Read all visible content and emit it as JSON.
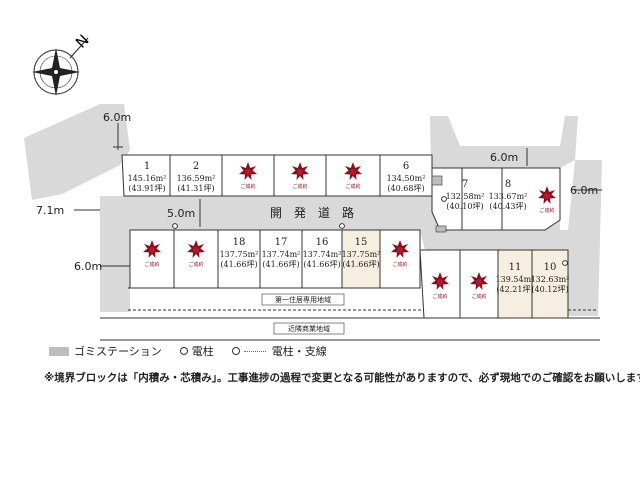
{
  "colors": {
    "road": "#d9d9d9",
    "garbage_station": "#bdbdbd",
    "lot_highlight": "#f6efe0",
    "sold_mark": "#8a0f1d",
    "line": "#333333"
  },
  "compass": {
    "label": "N",
    "icon": "compass-rose-icon"
  },
  "road_widths": {
    "top_left": "6.0m",
    "left_mid": "7.1m",
    "left_bottom": "6.0m",
    "main_road": "5.0m",
    "right_inner": "6.0m",
    "right_edge": "6.0m"
  },
  "main_road_name": "開　発　道　路",
  "lots": [
    {
      "id": "1",
      "no": "1",
      "area": "145.16m²",
      "tsubo": "(43.91坪)"
    },
    {
      "id": "2",
      "no": "2",
      "area": "136.59m²",
      "tsubo": "(41.31坪)"
    },
    {
      "id": "6",
      "no": "6",
      "area": "134.50m²",
      "tsubo": "(40.68坪)"
    },
    {
      "id": "7",
      "no": "7",
      "area": "132.58m²",
      "tsubo": "(40.10坪)"
    },
    {
      "id": "8",
      "no": "8",
      "area": "133.67m²",
      "tsubo": "(40.43坪)"
    },
    {
      "id": "18",
      "no": "18",
      "area": "137.75m²",
      "tsubo": "(41.66坪)"
    },
    {
      "id": "17",
      "no": "17",
      "area": "137.74m²",
      "tsubo": "(41.66坪)"
    },
    {
      "id": "16",
      "no": "16",
      "area": "137.74m²",
      "tsubo": "(41.66坪)"
    },
    {
      "id": "15",
      "no": "15",
      "area": "137.75m²",
      "tsubo": "(41.66坪)"
    },
    {
      "id": "11",
      "no": "11",
      "area": "139.54m²",
      "tsubo": "(42.21坪)"
    },
    {
      "id": "10",
      "no": "10",
      "area": "132.63m²",
      "tsubo": "(40.12坪)"
    }
  ],
  "sold_label": "ご成約",
  "sold_icon": "sold-mark-icon",
  "zones": {
    "upper": "第一住居専用地域",
    "lower": "近隣商業地域"
  },
  "legend": {
    "garbage": "ゴミステーション",
    "pole": "電柱",
    "pole_wire": "電柱・支線"
  },
  "note": "※境界ブロックは「内積み・芯積み」。工事進捗の過程で変更となる可能性がありますので、必ず現地でのご確認をお願いします。"
}
